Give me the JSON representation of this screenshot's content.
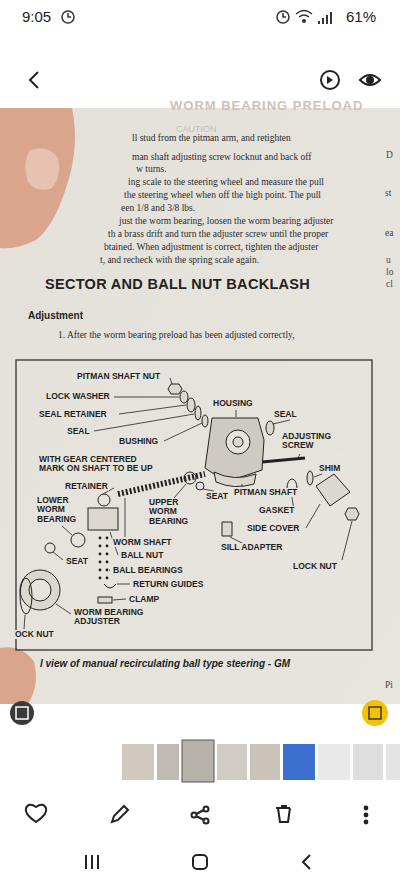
{
  "diagram": {
    "title": "SECTOR AND BALL NUT BACKLASH",
    "caption": "l view of manual recirculating ball type steering - GM",
    "labels": [
      "9:05",
      "61%",
      "WORM BEARING PRELOAD",
      "CAUTION",
      "ll stud from the pitman arm, and retighten",
      "man shaft adjusting screw locknut and back off",
      "w turns.",
      "ing scale to the steering wheel and measure the pull",
      "the steering wheel when off the high point. The pull",
      "een 1/8 and 3/8 lbs.",
      "just the worm bearing, loosen the worm bearing adjuster",
      "th a brass drift and turn the adjuster screw until the proper",
      "btained. When adjustment is correct, tighten the adjuster",
      "t, and recheck with the spring scale again.",
      "D",
      "st",
      "ea",
      "u",
      "lo",
      "cl",
      "Adjustment",
      "1. After the worm bearing preload has been adjusted correctly,",
      "PITMAN SHAFT NUT",
      "LOCK WASHER",
      "SEAL RETAINER",
      "SEAL",
      "BUSHING",
      "HOUSING",
      "SEAL",
      "ADJUSTING SCREW",
      "WITH GEAR CENTERED MARK ON SHAFT TO BE UP",
      "SHIM",
      "RETAINER",
      "SEAT",
      "PITMAN SHAFT",
      "LOWER WORM BEARING",
      "UPPER WORM BEARING",
      "GASKET",
      "SIDE COVER",
      "WORM SHAFT",
      "SILL ADAPTER",
      "BALL NUT",
      "LOCK NUT",
      "SEAT",
      "BALL BEARINGS",
      "RETURN GUIDES",
      "CLAMP",
      "WORM BEARING ADJUSTER",
      "OCK NUT",
      "Pi"
    ]
  }
}
